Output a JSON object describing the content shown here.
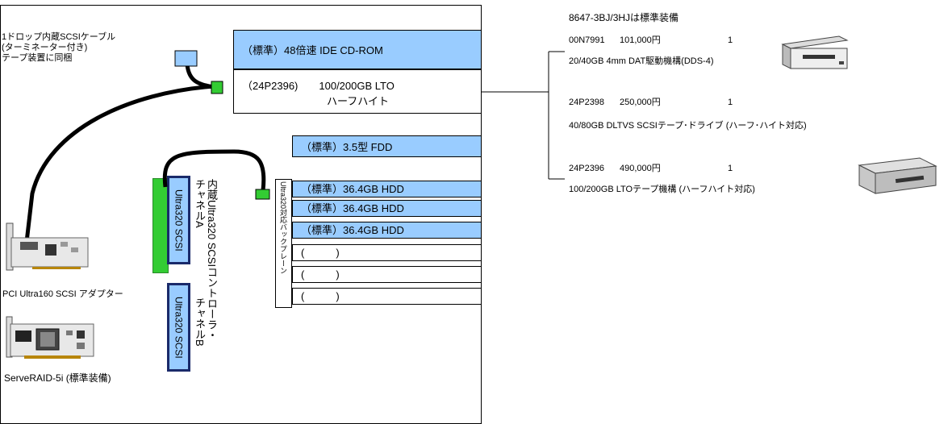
{
  "cable_note": [
    "1ドロップ内蔵SCSIケーブル",
    " (ターミネーター付き)",
    "テープ装置に同梱"
  ],
  "bays": {
    "cdrom": "（標準）48倍速 IDE CD-ROM",
    "lto_line1": "（24P2396)　　100/200GB LTO",
    "lto_line2": "ハーフハイト",
    "fdd": "（標準）3.5型 FDD"
  },
  "backplane_label": "Ultra320対応バックプレーン",
  "hdd_slots": [
    "（標準）36.4GB  HDD",
    "（標準）36.4GB  HDD",
    "（標準）36.4GB  HDD",
    "(　　　)",
    "(　　　)",
    "(　　　)"
  ],
  "controller_label_1": "内蔵Ultra320 SCSIコントローラ・",
  "channel_a_label": "チャネルA",
  "channel_b_label": "チャネルB",
  "channel_a_box": "Ultra320 SCSI",
  "channel_b_box": "Ultra320 SCSI",
  "adapter_label": "PCI Ultra160 SCSI アダプター",
  "raid_label": "ServeRAID-5i (標準装備)",
  "options": {
    "header": "8647-3BJ/3HJは標準装備",
    "dat": {
      "part": "00N7991",
      "price": "101,000円",
      "qty": "1",
      "desc": "20/40GB 4mm DAT駆動機構(DDS-4)"
    },
    "dlt": {
      "part": "24P2398",
      "price": "250,000円",
      "qty": "1",
      "desc": "40/80GB DLTVS SCSIテープ･ドライブ (ハーフ･ハイト対応)"
    },
    "lto": {
      "part": "24P2396",
      "price": "490,000円",
      "qty": "1",
      "desc": "100/200GB LTOテープ機構 (ハーフハイト対応)"
    }
  },
  "colors": {
    "bay_blue": "#99ccff",
    "connector_green": "#33cc33",
    "channel_border": "#1a2a6a"
  }
}
